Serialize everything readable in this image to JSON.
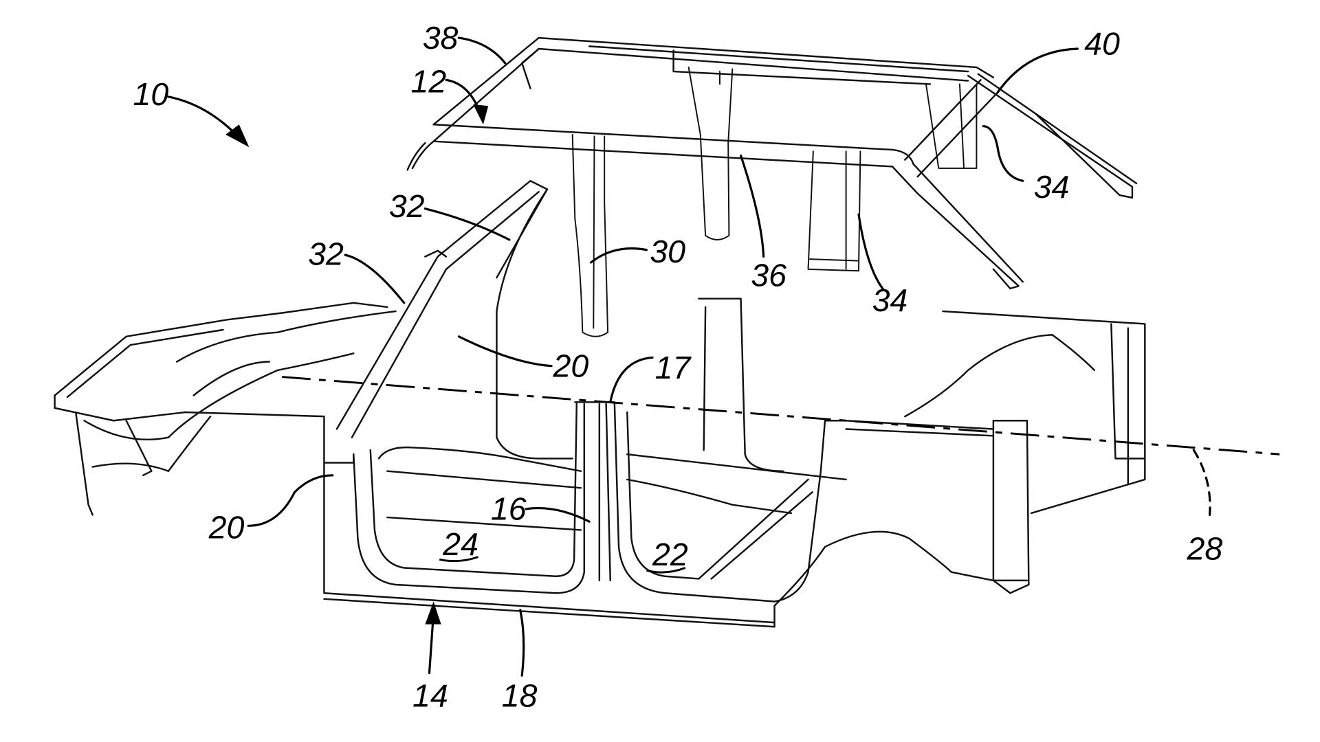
{
  "figure": {
    "subject": "Vehicle body structure exploded view (patent drawing)",
    "line_color": "#111111",
    "background": "#ffffff",
    "reference_numerals": {
      "vehicle": "10",
      "roof_module": "12",
      "body_module": "14",
      "b_pillar": "16",
      "pillar_top": "17",
      "rocker": "18",
      "side_panel_front": "20",
      "side_panel_upper": "20",
      "rear_door_opening": "22",
      "front_door_opening": "24",
      "axis": "28",
      "roof_b_pillar": "30",
      "a_pillar_upper": "32",
      "a_pillar_lower": "32",
      "roof_c_pillar": "34",
      "roof_c_pillar_rear": "34",
      "roof_rail": "36",
      "header": "38",
      "rear_header": "40"
    }
  }
}
